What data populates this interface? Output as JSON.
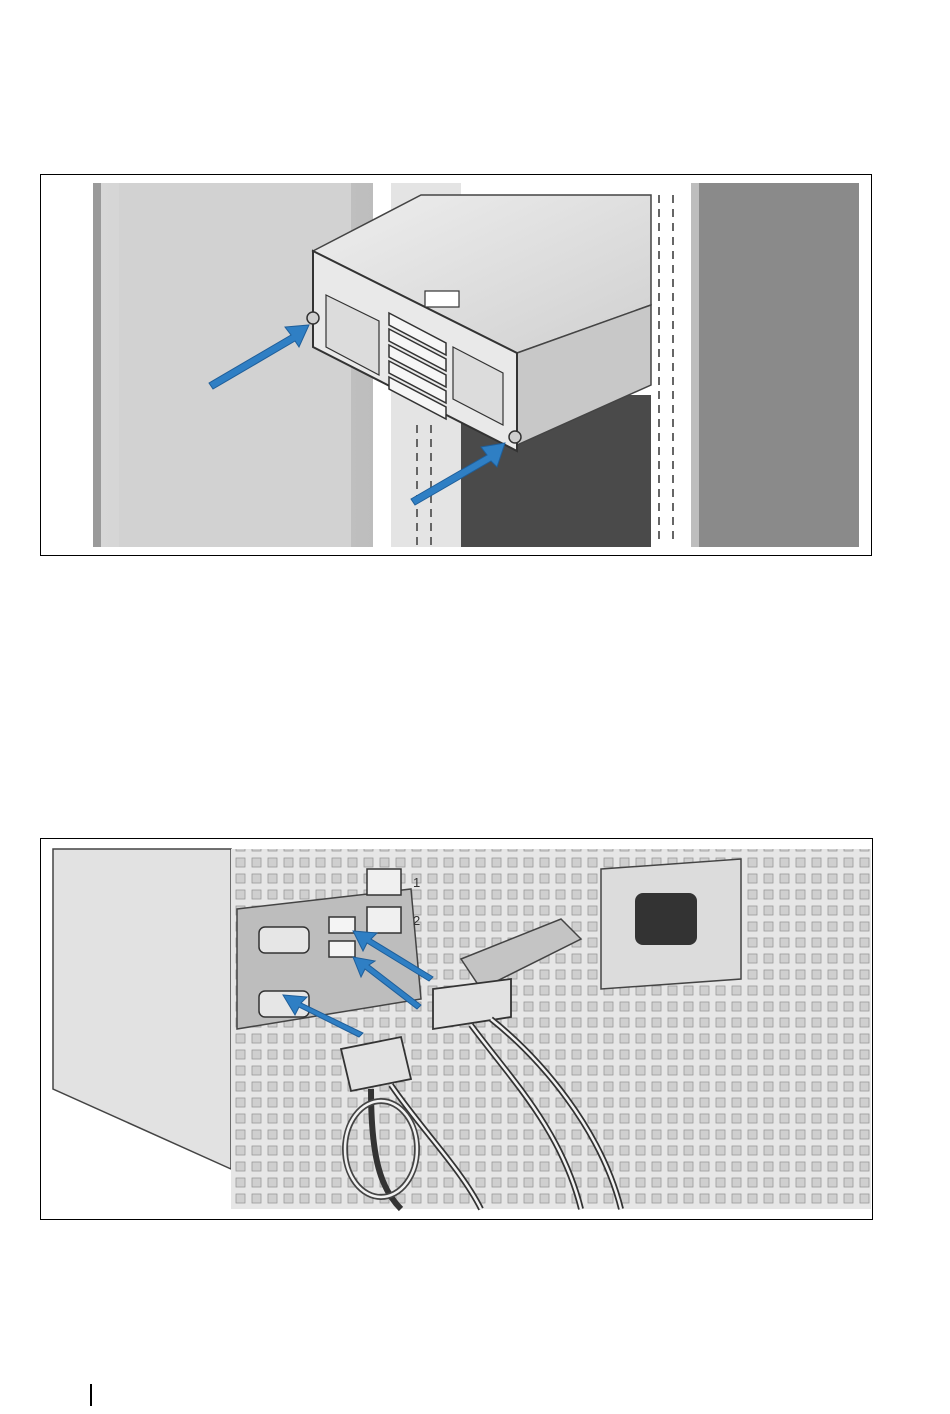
{
  "page": {
    "figures": [
      {
        "id": "fig-rack",
        "content": "server-installed-in-rack-with-thumbscrews-arrows"
      },
      {
        "id": "fig-cables",
        "content": "rear-panel-keyboard-mouse-monitor-cables-arrows"
      }
    ],
    "port_labels": {
      "nic1": "1",
      "nic2": "2"
    },
    "colors": {
      "arrow": "#2f7fc4",
      "rack_dark": "#4a4a4a",
      "rack_mid": "#8a8a8a",
      "border": "#000000"
    }
  }
}
